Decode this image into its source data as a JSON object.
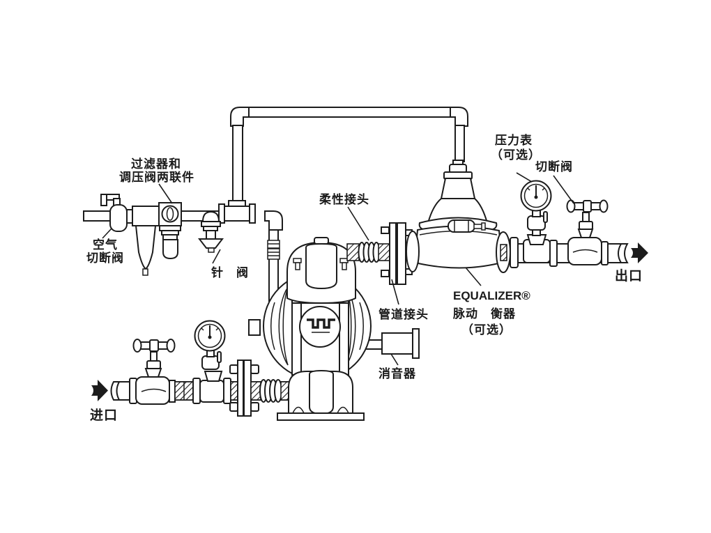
{
  "colors": {
    "background": "#ffffff",
    "line": "#1c1c1c",
    "text": "#1a1a1a"
  },
  "labels": {
    "filter_line1": "过滤器和",
    "filter_line2": "调压阀两联件",
    "air_line1": "空气",
    "air_line2": "切断阀",
    "needle_valve": "针　阀",
    "flexible_joint": "柔性接头",
    "pipe_joint": "管道接头",
    "muffler": "消音器",
    "equalizer_line1": "EQUALIZER®",
    "equalizer_line2": "脉动　衡器",
    "equalizer_line3": "（可选）",
    "gauge_line1": "压力表",
    "gauge_line2": "（可选）",
    "shutoff_valve": "切断阀",
    "outlet": "出口",
    "inlet": "进口"
  }
}
